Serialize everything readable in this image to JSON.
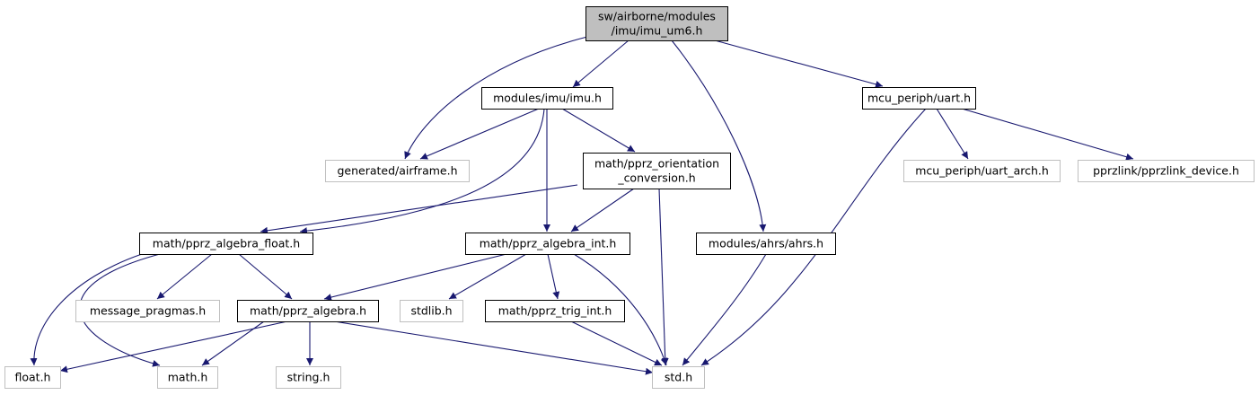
{
  "colors": {
    "edge": "#191970",
    "root_fill": "#bfbfbf",
    "node_border_documented": "#000000",
    "node_border_external": "#bfbfbf",
    "node_fill": "#ffffff",
    "text": "#000000"
  },
  "nodes": [
    {
      "id": "imu_um6",
      "lines": [
        "sw/airborne/modules",
        "/imu/imu_um6.h"
      ],
      "style": "root"
    },
    {
      "id": "imu",
      "lines": [
        "modules/imu/imu.h"
      ],
      "style": "documented"
    },
    {
      "id": "uart",
      "lines": [
        "mcu_periph/uart.h"
      ],
      "style": "documented"
    },
    {
      "id": "airframe",
      "lines": [
        "generated/airframe.h"
      ],
      "style": "external"
    },
    {
      "id": "orient",
      "lines": [
        "math/pprz_orientation",
        "_conversion.h"
      ],
      "style": "documented"
    },
    {
      "id": "uart_arch",
      "lines": [
        "mcu_periph/uart_arch.h"
      ],
      "style": "external"
    },
    {
      "id": "pprzlink",
      "lines": [
        "pprzlink/pprzlink_device.h"
      ],
      "style": "external"
    },
    {
      "id": "alg_float",
      "lines": [
        "math/pprz_algebra_float.h"
      ],
      "style": "documented"
    },
    {
      "id": "alg_int",
      "lines": [
        "math/pprz_algebra_int.h"
      ],
      "style": "documented"
    },
    {
      "id": "ahrs",
      "lines": [
        "modules/ahrs/ahrs.h"
      ],
      "style": "documented"
    },
    {
      "id": "msg_pragmas",
      "lines": [
        "message_pragmas.h"
      ],
      "style": "external"
    },
    {
      "id": "algebra",
      "lines": [
        "math/pprz_algebra.h"
      ],
      "style": "documented"
    },
    {
      "id": "stdlib",
      "lines": [
        "stdlib.h"
      ],
      "style": "external"
    },
    {
      "id": "trig_int",
      "lines": [
        "math/pprz_trig_int.h"
      ],
      "style": "documented"
    },
    {
      "id": "float_h",
      "lines": [
        "float.h"
      ],
      "style": "external"
    },
    {
      "id": "math_h",
      "lines": [
        "math.h"
      ],
      "style": "external"
    },
    {
      "id": "string_h",
      "lines": [
        "string.h"
      ],
      "style": "external"
    },
    {
      "id": "std_h",
      "lines": [
        "std.h"
      ],
      "style": "external"
    }
  ],
  "edges": [
    [
      "imu_um6",
      "imu"
    ],
    [
      "imu_um6",
      "airframe"
    ],
    [
      "imu_um6",
      "ahrs"
    ],
    [
      "imu_um6",
      "uart"
    ],
    [
      "imu",
      "airframe"
    ],
    [
      "imu",
      "orient"
    ],
    [
      "imu",
      "alg_float"
    ],
    [
      "imu",
      "alg_int"
    ],
    [
      "uart",
      "std_h"
    ],
    [
      "uart",
      "uart_arch"
    ],
    [
      "uart",
      "pprzlink"
    ],
    [
      "orient",
      "alg_float"
    ],
    [
      "orient",
      "alg_int"
    ],
    [
      "orient",
      "std_h"
    ],
    [
      "alg_float",
      "msg_pragmas"
    ],
    [
      "alg_float",
      "algebra"
    ],
    [
      "alg_float",
      "float_h"
    ],
    [
      "alg_float",
      "math_h"
    ],
    [
      "alg_int",
      "algebra"
    ],
    [
      "alg_int",
      "stdlib"
    ],
    [
      "alg_int",
      "trig_int"
    ],
    [
      "alg_int",
      "std_h"
    ],
    [
      "ahrs",
      "std_h"
    ],
    [
      "algebra",
      "float_h"
    ],
    [
      "algebra",
      "math_h"
    ],
    [
      "algebra",
      "string_h"
    ],
    [
      "algebra",
      "std_h"
    ],
    [
      "trig_int",
      "std_h"
    ]
  ]
}
